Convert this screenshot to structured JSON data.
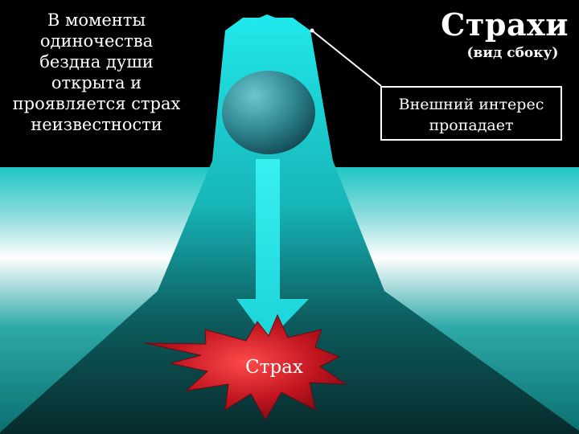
{
  "left_text": [
    "В моменты",
    "одиночества",
    "бездна души",
    "открыта и",
    "проявляется страх",
    "неизвестности"
  ],
  "title": "Страхи",
  "subtitle": "(вид сбоку)",
  "info_box": [
    "Внешний интерес",
    "пропадает"
  ],
  "burst_label": "Страх",
  "colors": {
    "background_top": "#000000",
    "cyan": "#1ae6e6",
    "shape_dark": "#0b3a3a",
    "burst_red": "#b5121b",
    "burst_highlight": "#ff5a5a",
    "sphere_light": "#4aa3ad",
    "sphere_dark": "#0d3e45"
  }
}
